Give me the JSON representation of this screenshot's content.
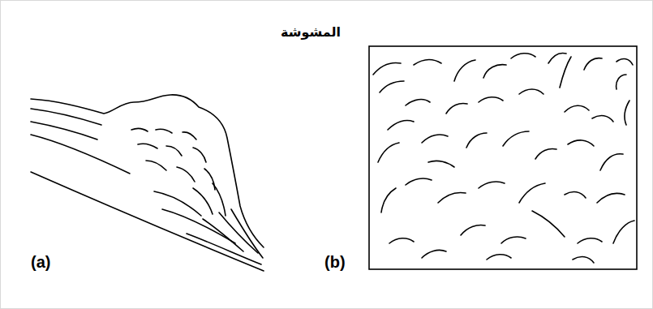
{
  "diagram": {
    "title": "المشوشة",
    "labels": [
      "(a)",
      "(b)"
    ]
  }
}
